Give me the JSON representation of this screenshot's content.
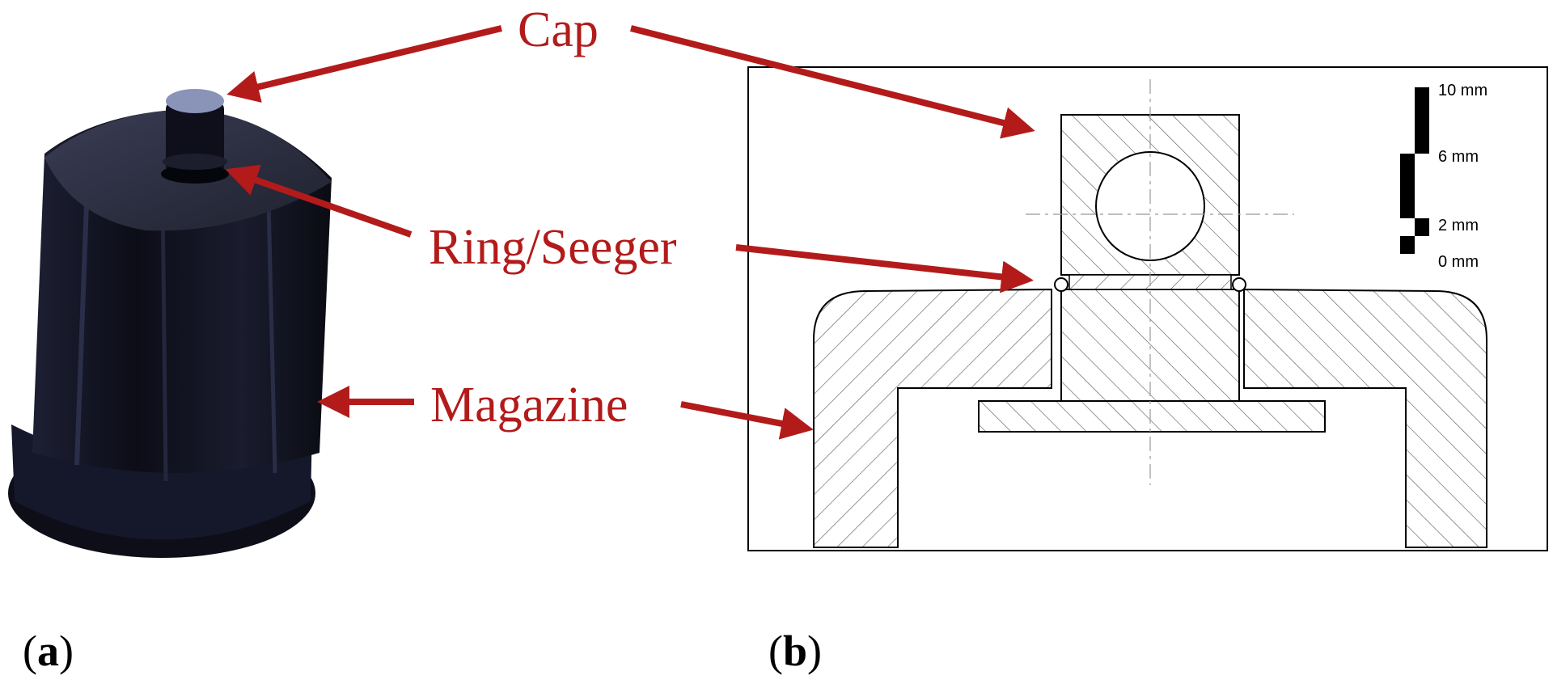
{
  "callouts": {
    "cap": "Cap",
    "ring": "Ring/Seeger",
    "magazine": "Magazine"
  },
  "panels": {
    "a": "a",
    "b": "b"
  },
  "scale_bar": {
    "labels": [
      "10 mm",
      "6 mm",
      "2 mm",
      "0 mm"
    ]
  },
  "colors": {
    "callout": "#b31b1b",
    "photo_body": "#12131f",
    "cap_top": "#8a93b8"
  }
}
